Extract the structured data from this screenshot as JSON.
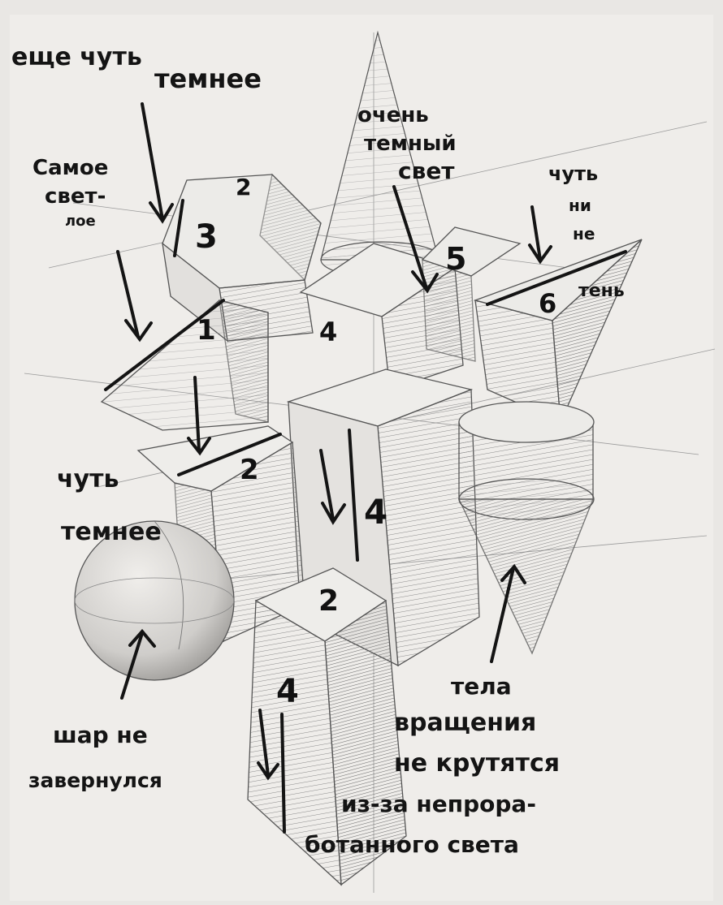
{
  "annotations": {
    "top_left_1": "еще чуть",
    "top_left_2": "темнее",
    "lightest_1": "Самое",
    "lightest_2": "свет-",
    "lightest_3": "лое",
    "very_dark_1": "очень",
    "very_dark_2": "темный",
    "very_dark_3": "свет",
    "slightly_1": "чуть",
    "slightly_2": "ни",
    "slightly_3": "не",
    "shadow": "тень",
    "darker_1": "чуть",
    "darker_2": "темнее",
    "sphere_1": "шар не",
    "sphere_2": "завернулся",
    "rotation_1": "тела",
    "rotation_2": "вращения",
    "rotation_3": "не крутятся",
    "rotation_4": "из-за непрора-",
    "rotation_5": "ботанного света"
  },
  "numbers": {
    "n_top_cube": "2",
    "n_top_side": "3",
    "n_left_prism": "1",
    "n_center_face": "4",
    "n_right_prism": "5",
    "n_right_triangle": "6",
    "n_mid_left_top": "2",
    "n_center_column": "4",
    "n_bottom_top": "2",
    "n_bottom_face": "4"
  },
  "colors": {
    "paper": "#e9e7e4",
    "pencil": "#6b6b6b",
    "ink": "#141414"
  }
}
